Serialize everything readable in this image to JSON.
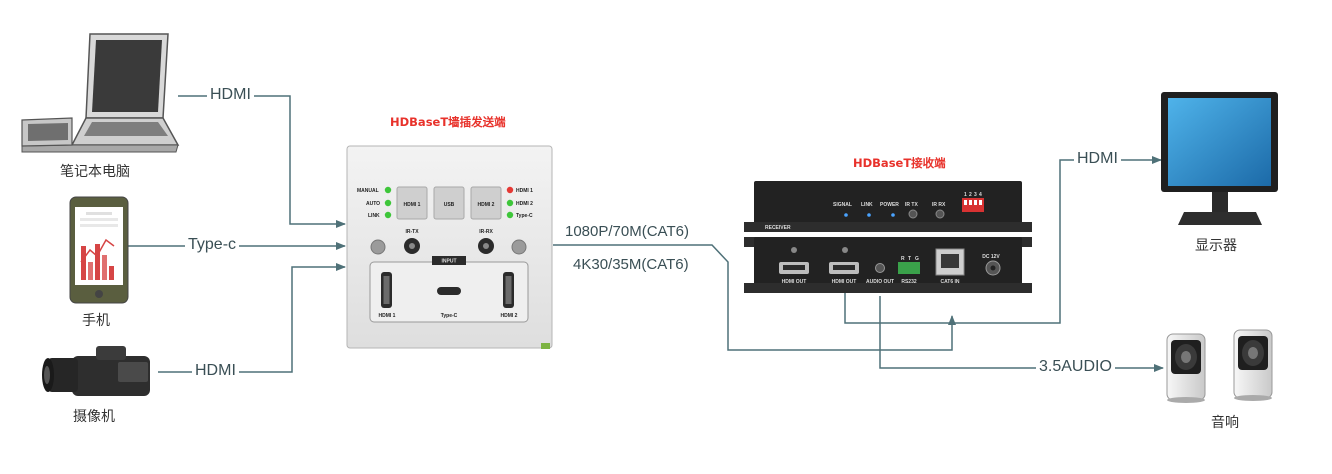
{
  "devices": {
    "laptop": "笔记本电脑",
    "phone": "手机",
    "camera": "摄像机",
    "monitor": "显示器",
    "speaker": "音响"
  },
  "titles": {
    "transmitter": "HDBaseT墙插发送端",
    "receiver": "HDBaseT接收端"
  },
  "links": {
    "laptop": "HDMI",
    "phone": "Type-c",
    "camera": "HDMI",
    "monitor": "HDMI",
    "audio": "3.5AUDIO",
    "cat6_a": "1080P/70M(CAT6)",
    "cat6_b": "4K30/35M(CAT6)"
  },
  "transmitter_panel": {
    "leds_left": [
      "MANUAL",
      "AUTO",
      "LINK"
    ],
    "leds_right": [
      "HDMI 1",
      "HDMI 2",
      "Type-C"
    ],
    "buttons": [
      "HDMI 1",
      "USB",
      "HDMI 2"
    ],
    "ir_tx": "IR-TX",
    "ir_rx": "IR-RX",
    "input": "INPUT",
    "ports": [
      "HDMI 1",
      "Type-C",
      "HDMI 2"
    ]
  },
  "receiver_panel": {
    "front_label": "RECEIVER",
    "indicators": [
      "SIGNAL",
      "LINK",
      "POWER",
      "IR TX",
      "IR RX"
    ],
    "dip_numbers": [
      "1",
      "2",
      "3",
      "4"
    ],
    "rear_ports": [
      "HDMI OUT",
      "HDMI OUT",
      "AUDIO OUT",
      "RS232",
      "CAT6 IN",
      "DC 12V"
    ],
    "rs232_pins": [
      "R",
      "T",
      "G"
    ]
  },
  "colors": {
    "line": "#4f7178",
    "title_red": "#e8322b",
    "led_green": "#3ec63a",
    "led_red": "#e53935"
  }
}
